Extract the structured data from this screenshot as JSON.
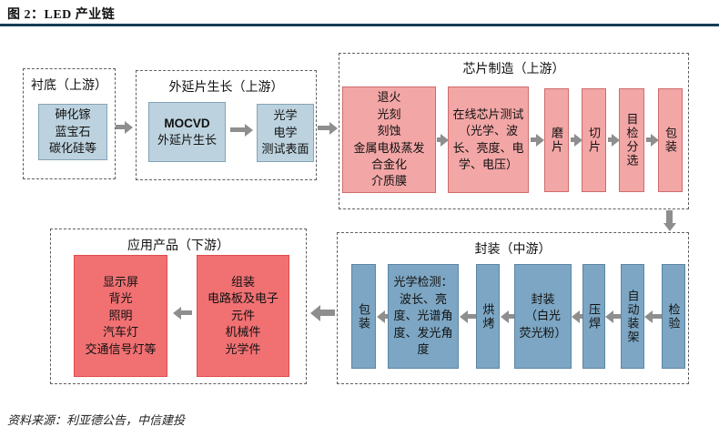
{
  "title": "图 2：LED 产业链",
  "source_note": "资料来源：利亚德公告，中信建投",
  "colors": {
    "title_rule": "#163C52",
    "upstream_box_blue": "#BCD2DE",
    "chip_box_pink": "#F3A6A6",
    "midstream_box_blue": "#7CA6C3",
    "downstream_box_red": "#F17173",
    "arrow_gray": "#8E8E8E"
  },
  "groups": {
    "substrate": {
      "label": "衬底（上游）",
      "boxes": [
        {
          "text": "砷化镓\n蓝宝石\n碳化硅等"
        }
      ]
    },
    "epitaxy": {
      "label": "外延片生长（上游）",
      "boxes": [
        {
          "line1": "MOCVD",
          "line2": "外延片生长"
        },
        {
          "text": "光学\n电学\n测试表面"
        }
      ]
    },
    "chip": {
      "label": "芯片制造（上游）",
      "boxes": [
        {
          "text": "退火\n光刻\n刻蚀\n金属电极蒸发\n合金化\n介质膜"
        },
        {
          "text": "在线芯片测试（光学、波长、亮度、电学、电压）"
        },
        {
          "text": "磨片"
        },
        {
          "text": "切片"
        },
        {
          "text": "目检分选"
        },
        {
          "text": "包装"
        }
      ]
    },
    "package": {
      "label": "封装（中游）",
      "boxes": [
        {
          "text": "包装"
        },
        {
          "text": "光学检测：波长、亮度、光谱角度、发光角度"
        },
        {
          "text": "烘烤"
        },
        {
          "text": "封装\n（白光\n荧光粉）"
        },
        {
          "text": "压焊"
        },
        {
          "text": "自动装架"
        },
        {
          "text": "检验"
        }
      ]
    },
    "application": {
      "label": "应用产品（下游）",
      "boxes": [
        {
          "text": "显示屏\n背光\n照明\n汽车灯\n交通信号灯等"
        },
        {
          "text": "组装\n电路板及电子\n元件\n机械件\n光学件"
        }
      ]
    }
  }
}
